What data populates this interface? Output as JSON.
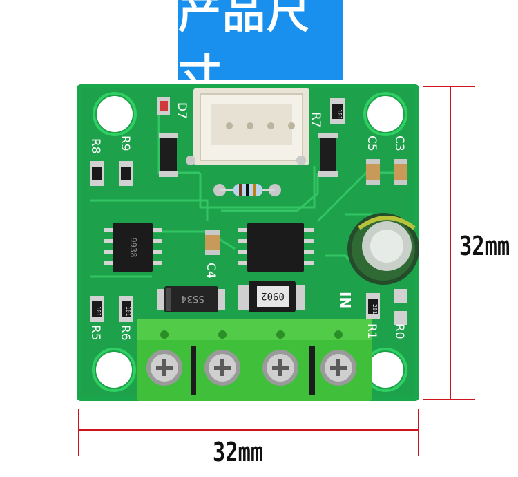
{
  "title": "产品尺寸",
  "dimensions": {
    "height_label": "32mm",
    "width_label": "32mm"
  },
  "silkscreen": {
    "r0": "R0",
    "r1": "R1",
    "r5": "R5",
    "r6": "R6",
    "r7": "R7",
    "r8": "R8",
    "r9": "R9",
    "c3": "C3",
    "c4": "C4",
    "c5": "C5",
    "d7": "D7",
    "in": "IN"
  },
  "chip_markings": {
    "ic_left": "9938",
    "diode": "SS34",
    "module": "0902",
    "resistor_r7": "101",
    "resistor_r5": "101",
    "resistor_r6": "101",
    "resistor_r1": "201"
  },
  "colors": {
    "banner": "#1a90ee",
    "pcb": "#1aa64a",
    "pcb_trace": "#2dc05c",
    "dimension_line": "#d0141e",
    "terminal": "#3fbf3a",
    "connector": "#f2efe6"
  }
}
